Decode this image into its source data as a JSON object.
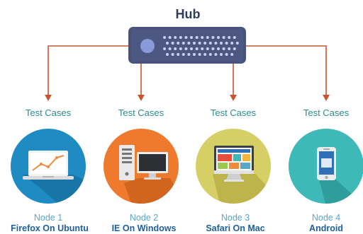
{
  "hub": {
    "title": "Hub"
  },
  "nodes": [
    {
      "test_label": "Test Cases",
      "node_label": "Node 1",
      "platform": "Firefox On Ubuntu",
      "icon": "laptop-chart-icon",
      "circle_color": "#1e8bc3"
    },
    {
      "test_label": "Test Cases",
      "node_label": "Node 2",
      "platform": "IE On Windows",
      "icon": "desktop-tower-icon",
      "circle_color": "#ef7a2d"
    },
    {
      "test_label": "Test Cases",
      "node_label": "Node 3",
      "platform": "Safari On Mac",
      "icon": "imac-icon",
      "circle_color": "#d6cf66"
    },
    {
      "test_label": "Test Cases",
      "node_label": "Node 4",
      "platform": "Android",
      "icon": "smartphone-icon",
      "circle_color": "#3fb8b8"
    }
  ],
  "colors": {
    "hub_body": "#48527a",
    "arrow": "#c8562d",
    "test_text": "#2c8c8c",
    "node_text": "#5aa6c7",
    "platform_text": "#1f5f9c"
  }
}
